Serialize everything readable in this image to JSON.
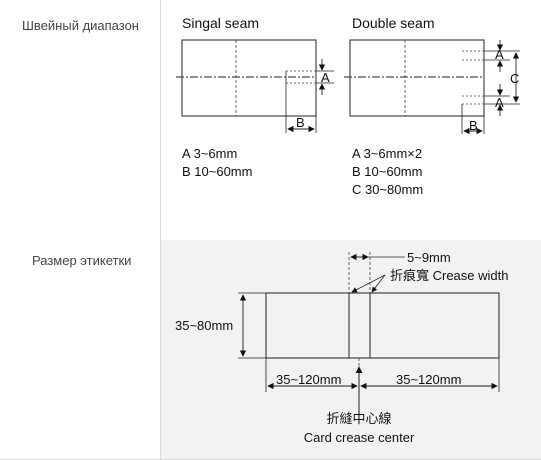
{
  "rows": [
    {
      "label": "Швейный диапазон",
      "single": {
        "title": "Singal seam",
        "dim_a": "A",
        "dim_b": "B",
        "specs": [
          "A  3~6mm",
          "B  10~60mm"
        ]
      },
      "double": {
        "title": "Double seam",
        "dim_a_top": "A",
        "dim_a_bottom": "A",
        "dim_c": "C",
        "dim_b": "B",
        "specs": [
          "A  3~6mm×2",
          "B  10~60mm",
          "C  30~80mm"
        ]
      }
    },
    {
      "label": "Размер этикетки",
      "label_diagram": {
        "crease_top": "5~9mm",
        "crease_width": "折痕寬 Crease width",
        "height": "35~80mm",
        "left_width": "35~120mm",
        "right_width": "35~120mm",
        "center_cn": "折縫中心線",
        "center_en": "Card crease center"
      }
    }
  ]
}
